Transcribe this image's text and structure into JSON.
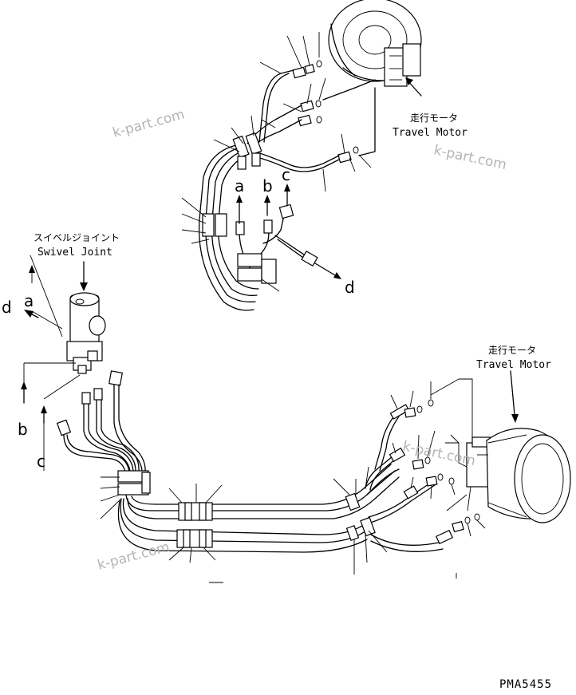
{
  "labels": {
    "travel_motor_top_jp": "走行モータ",
    "travel_motor_top_en": "Travel Motor",
    "travel_motor_right_jp": "走行モータ",
    "travel_motor_right_en": "Travel Motor",
    "swivel_joint_jp": "スイベルジョイント",
    "swivel_joint_en": "Swivel Joint"
  },
  "connection_letters": {
    "top_a": "a",
    "top_b": "b",
    "top_c": "c",
    "top_d": "d",
    "left_a": "a",
    "left_d": "d",
    "left_b": "b",
    "left_c": "c"
  },
  "watermarks": [
    "k-part.com",
    "k-part.com",
    "k-part.com",
    "k-part.com"
  ],
  "drawing_code": "PMA5455"
}
